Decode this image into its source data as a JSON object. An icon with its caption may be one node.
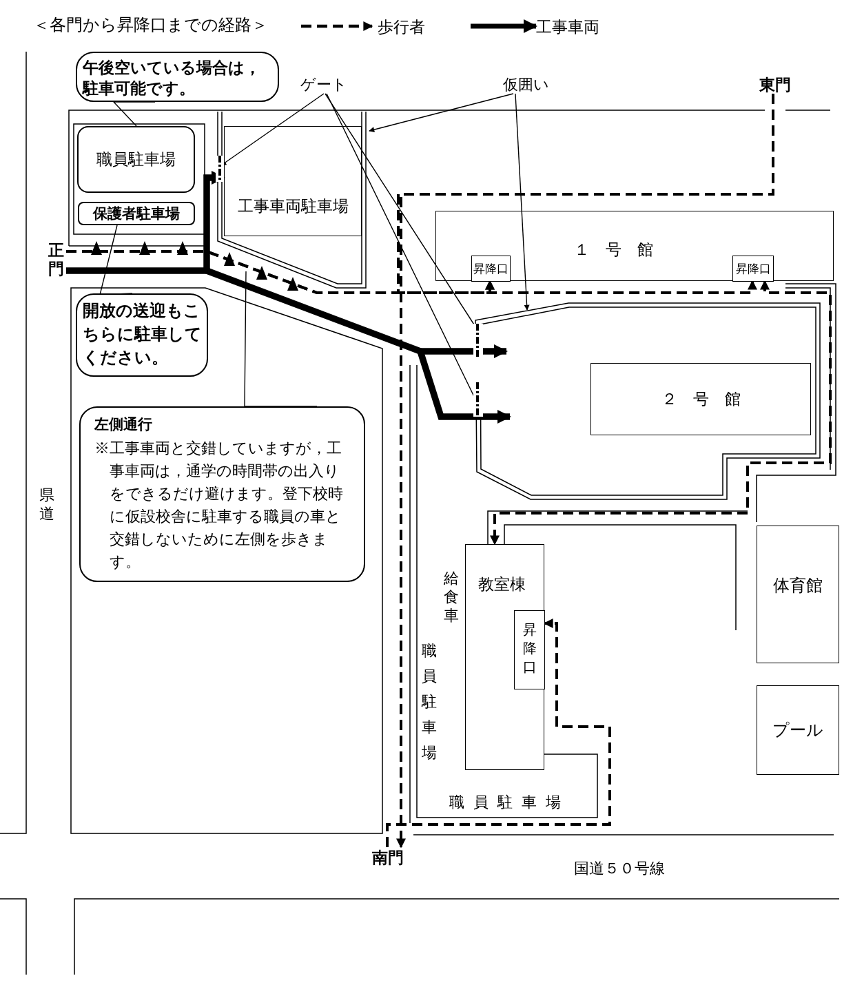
{
  "diagram": {
    "title": "＜各門から昇降口までの経路＞",
    "nodes": [
      {
        "text": [
          "午後空いている場合は，駐車可能です。"
        ]
      },
      {
        "text": [
          "職員駐車場"
        ]
      },
      {
        "text": [
          "保護者駐車場"
        ]
      },
      {
        "text": [],
        "shape": "fence"
      },
      {
        "text": [
          "工事車両駐車場"
        ],
        "in": 3
      },
      {
        "text": [],
        "shape": "gate",
        "in": 3
      },
      {
        "text": [
          "ゲート"
        ]
      },
      {
        "text": [
          "仮囲い"
        ]
      },
      {
        "text": [
          "東門"
        ]
      },
      {
        "text": [
          "１　号　館"
        ]
      },
      {
        "text": [
          "昇降口"
        ],
        "in": 9
      },
      {
        "text": [
          "昇降口"
        ],
        "in": 9
      },
      {
        "text": [
          "正門"
        ]
      },
      {
        "text": [
          "開放の送迎もこちらに駐車してください。"
        ]
      },
      {
        "text": [],
        "shape": "fence"
      },
      {
        "text": [],
        "shape": "gate",
        "in": 14
      },
      {
        "text": [],
        "shape": "gate",
        "in": 14
      },
      {
        "text": [
          "２　号　館"
        ],
        "in": 14
      },
      {
        "text": [
          "左側通行",
          "※工事車両と交錯していますが，工事車両は，通学の時間帯の出入りをできるだけ避けます。登下校時に仮設校舎に駐車する職員の車と交錯しないために左側を歩きます。"
        ]
      },
      {
        "text": [
          "教室棟"
        ]
      },
      {
        "text": [
          "昇降口"
        ],
        "in": 19
      },
      {
        "text": [
          "体育館"
        ]
      },
      {
        "text": [
          "プール"
        ]
      },
      {
        "text": [
          "南門"
        ]
      }
    ],
    "edges": [
      {
        "from": 0,
        "to": 1,
        "arrow": "none"
      },
      {
        "from": 13,
        "to": 2,
        "arrow": "none"
      },
      {
        "from": 18,
        "to": 3,
        "arrow": "none"
      },
      {
        "from": 6,
        "to": 5,
        "arrow": "to"
      },
      {
        "from": 6,
        "to": 15,
        "arrow": "to"
      },
      {
        "from": 6,
        "to": 16,
        "arrow": "to"
      },
      {
        "from": 7,
        "to": 3,
        "arrow": "to"
      },
      {
        "from": 7,
        "to": 14,
        "arrow": "to"
      },
      {
        "from": 12,
        "to": 10,
        "arrow": "to",
        "style": "dashed"
      },
      {
        "from": 12,
        "to": 11,
        "arrow": "to",
        "style": "dashed"
      },
      {
        "from": 8,
        "to": 10,
        "arrow": "to",
        "style": "dashed"
      },
      {
        "from": 8,
        "to": 23,
        "arrow": "to",
        "style": "dashed"
      },
      {
        "from": 23,
        "to": 20,
        "arrow": "to",
        "style": "dashed"
      },
      {
        "from": 11,
        "to": 19,
        "arrow": "both",
        "style": "dashed"
      },
      {
        "from": 12,
        "to": 4,
        "arrow": "to",
        "style": "thick"
      },
      {
        "from": 12,
        "to": 14,
        "arrow": "to",
        "style": "thick"
      },
      {
        "from": 12,
        "to": 14,
        "arrow": "to",
        "style": "thick"
      }
    ],
    "labels": [
      "県道",
      "給食車",
      "職員駐車場",
      "職員駐車場",
      "国道５０号線"
    ],
    "legend": [
      {
        "text": "歩行者"
      },
      {
        "text": "工事車両"
      }
    ]
  }
}
